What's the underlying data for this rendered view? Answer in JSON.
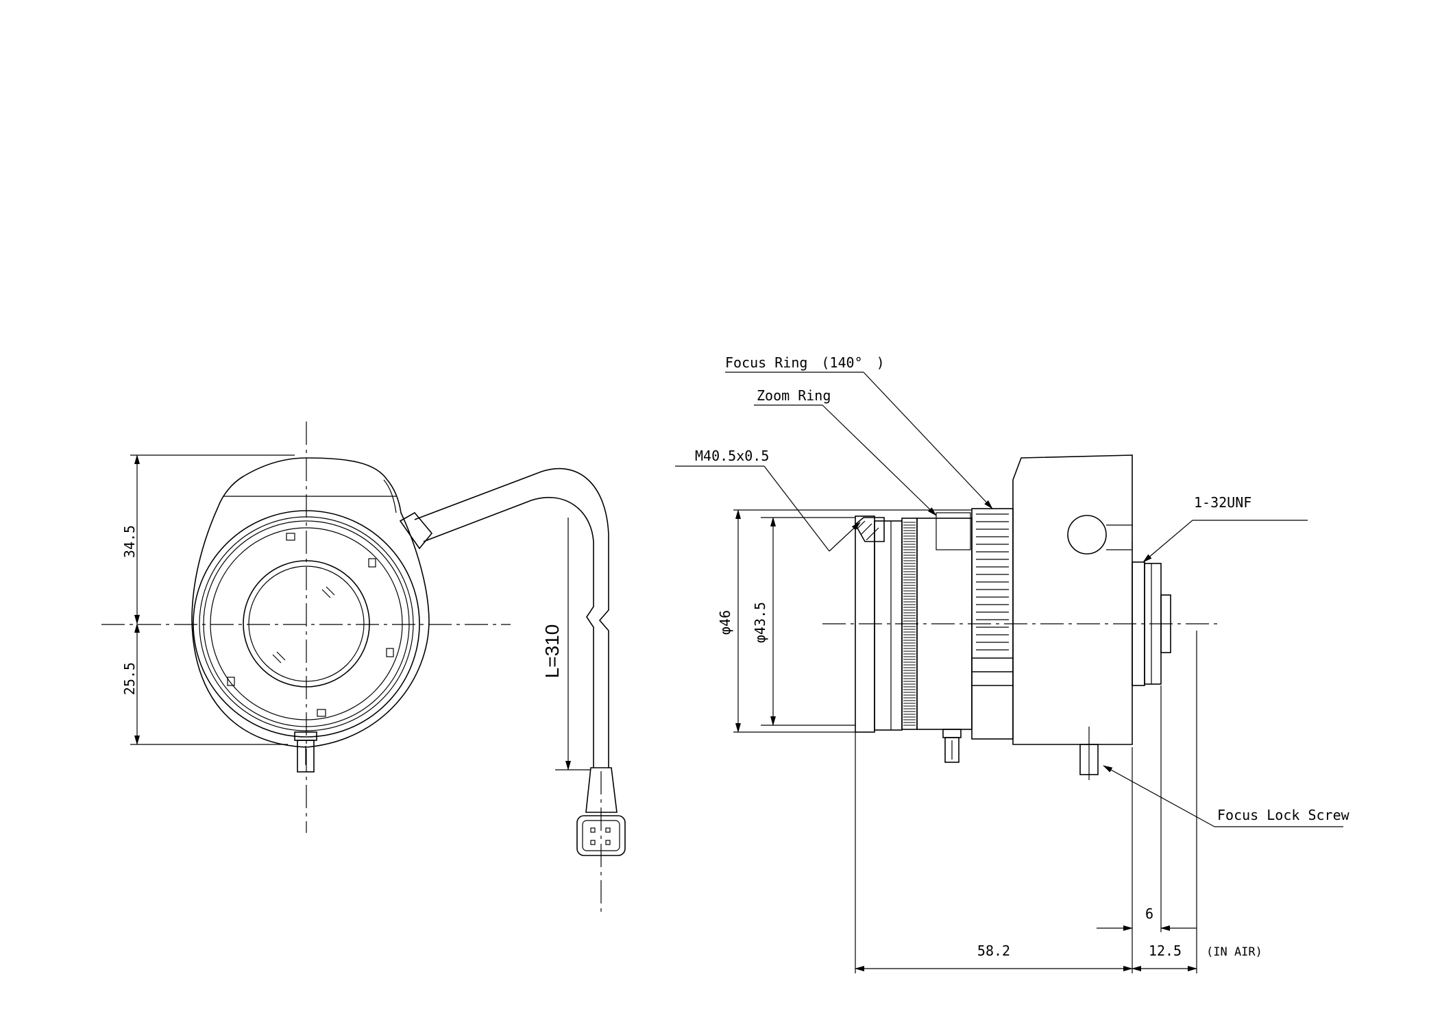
{
  "labels": {
    "focus_ring": "Focus Ring　(140°　)",
    "zoom_ring": "Zoom Ring",
    "filter_thread": "M40.5x0.5",
    "mount": "1-32UNF",
    "focus_lock": "Focus Lock Screw",
    "in_air": "(IN AIR)"
  },
  "dimensions": {
    "upper_height": "34.5",
    "lower_height": "25.5",
    "cable_length": "L=310",
    "outer_diameter": "φ46",
    "inner_diameter": "φ43.5",
    "body_length": "58.2",
    "flange_6": "6",
    "back_focus": "12.5"
  }
}
